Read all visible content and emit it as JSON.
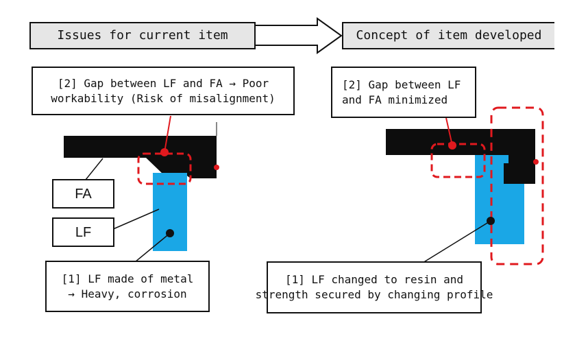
{
  "headers": {
    "left": "Issues for current item",
    "right": "Concept of item developed"
  },
  "left_panel": {
    "callout_gap": {
      "line1": "[2] Gap between LF and FA → Poor",
      "line2": "workability (Risk of misalignment)"
    },
    "callout_lf": {
      "line1": "[1] LF made of metal",
      "line2": "→ Heavy, corrosion"
    },
    "label_fa": "FA",
    "label_lf": "LF"
  },
  "right_panel": {
    "callout_gap": {
      "line1": "[2] Gap between LF",
      "line2": "and FA minimized"
    },
    "callout_lf": {
      "line1": "[1] LF changed to resin and",
      "line2": "strength secured by changing profile"
    }
  },
  "colors": {
    "fa": "#0d0d0d",
    "lf": "#1aa7e6",
    "highlight": "#e0191e",
    "header_bg": "#e6e6e6"
  }
}
